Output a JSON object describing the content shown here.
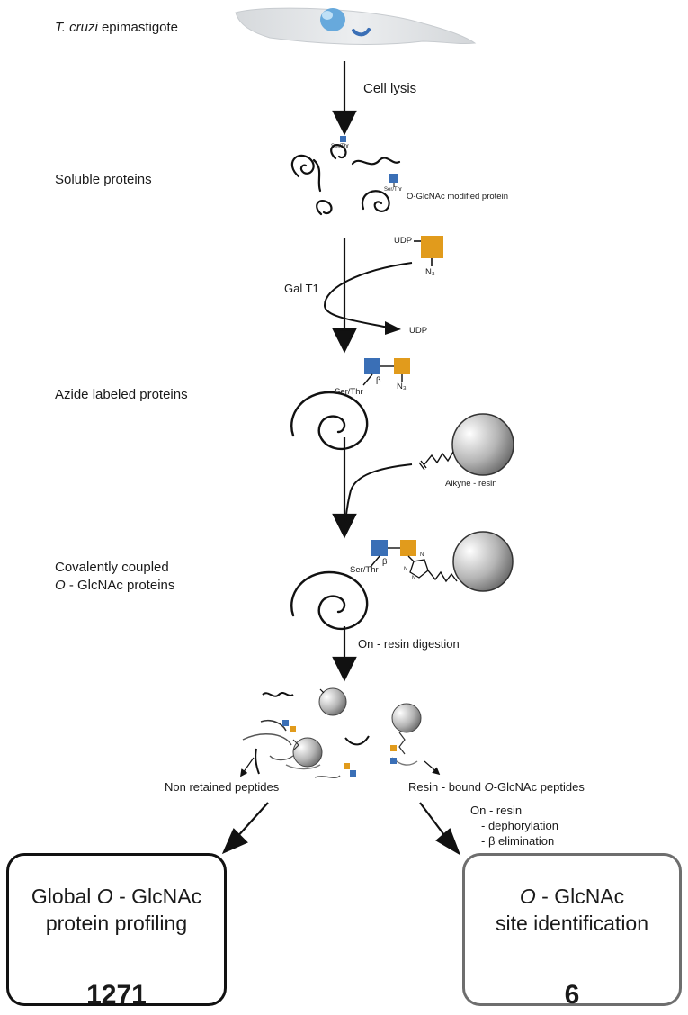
{
  "steps": {
    "cell": {
      "prefix": "T. cruzi",
      "suffix": " epimastigote"
    },
    "soluble": "Soluble proteins",
    "azide": "Azide labeled proteins",
    "coupled_line1": "Covalently coupled",
    "coupled_line2_italic": "O",
    "coupled_line2_rest": " - GlcNAc proteins"
  },
  "arrows": {
    "lysis": "Cell lysis",
    "galt1": "Gal T1",
    "digestion": "On - resin digestion",
    "non_retained": "Non retained peptides",
    "resin_bound_prefix": "Resin - bound ",
    "resin_bound_italic": "O",
    "resin_bound_suffix": "-GlcNAc peptides",
    "on_resin": "On - resin",
    "dephos": "- dephorylation",
    "beta_elim": "- β elimination"
  },
  "molecules": {
    "modified_protein": "O-GlcNAc modified protein",
    "udp_in": "UDP",
    "udp_out": "UDP",
    "n3_a": "N₃",
    "n3_b": "N₃",
    "beta_a": "β",
    "beta_b": "β",
    "serthr_a": "Ser/Thr",
    "serthr_b": "Ser/Thr",
    "serthr_tiny_a": "Ser/Thr",
    "serthr_tiny_b": "Ser/Thr",
    "alkyne_resin": "Alkyne - resin",
    "triazole_n1": "N",
    "triazole_n2": "N",
    "triazole_n3": "N"
  },
  "results": {
    "left": {
      "line1_prefix": "Global ",
      "line1_italic": "O",
      "line1_suffix": " - GlcNAc",
      "line2": "protein profiling",
      "count": "1271"
    },
    "right": {
      "line1_italic": "O",
      "line1_suffix": " - GlcNAc",
      "line2": "site identification",
      "count": "6"
    }
  },
  "colors": {
    "glcnac": "#3a6fb6",
    "galnaz": "#e19b1c",
    "cell": "#e2e4e6",
    "nucleus": "#67a9dc"
  }
}
